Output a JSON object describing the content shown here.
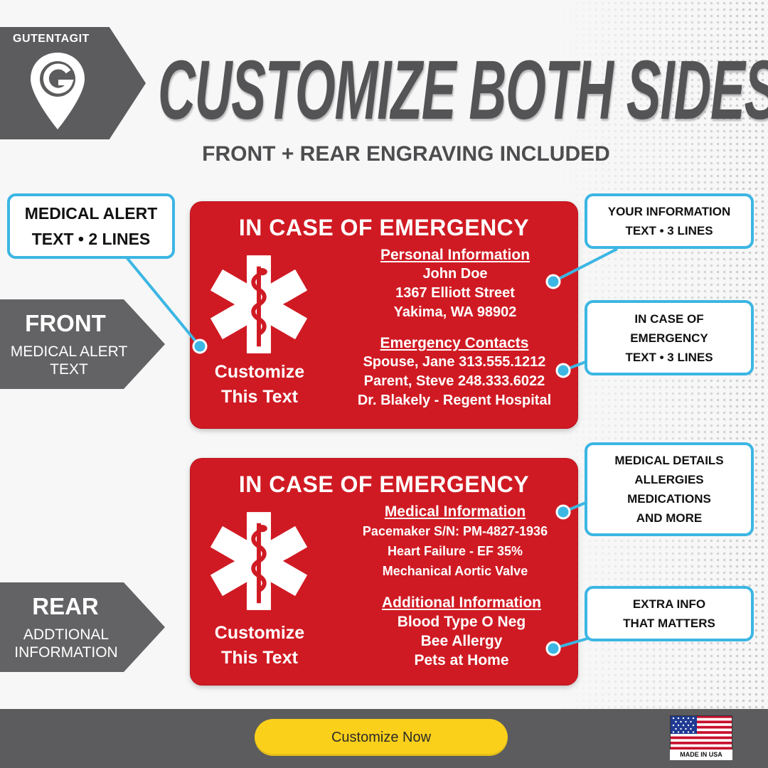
{
  "brand": {
    "name": "GUTENTAGIT",
    "logo_icon": "map-pin-g-logo-icon"
  },
  "header": {
    "headline": "CUSTOMIZE BOTH SIDES",
    "subheadline": "FRONT + REAR ENGRAVING INCLUDED"
  },
  "front": {
    "banner_title": "FRONT",
    "banner_subtitle": [
      "MEDICAL ALERT",
      "TEXT"
    ],
    "tag": {
      "title": "IN CASE OF EMERGENCY",
      "icon": "star-of-life-icon",
      "custom_lines": [
        "Customize",
        "This Text"
      ],
      "section1": {
        "heading": "Personal Information",
        "lines": [
          "John Doe",
          "1367 Elliott Street",
          "Yakima, WA 98902"
        ]
      },
      "section2": {
        "heading": "Emergency Contacts",
        "lines": [
          "Spouse, Jane 313.555.1212",
          "Parent, Steve 248.333.6022",
          "Dr. Blakely - Regent Hospital"
        ]
      }
    }
  },
  "rear": {
    "banner_title": "REAR",
    "banner_subtitle": [
      "ADDTIONAL",
      "INFORMATION"
    ],
    "tag": {
      "title": "IN CASE OF EMERGENCY",
      "icon": "star-of-life-icon",
      "custom_lines": [
        "Customize",
        "This Text"
      ],
      "section1": {
        "heading": "Medical Information",
        "lines": [
          "Pacemaker S/N: PM-4827-1936",
          "Heart Failure - EF 35%",
          "Mechanical Aortic Valve"
        ]
      },
      "section2": {
        "heading": "Additional Information",
        "lines": [
          "Blood Type O Neg",
          "Bee Allergy",
          "Pets at Home"
        ]
      }
    }
  },
  "callouts": {
    "medical_alert": [
      "MEDICAL ALERT",
      "TEXT • 2 LINES"
    ],
    "your_information": [
      "YOUR INFORMATION",
      "TEXT • 3 LINES"
    ],
    "emergency_text": [
      "IN CASE OF",
      "EMERGENCY",
      "TEXT • 3 LINES"
    ],
    "medical_details": [
      "MEDICAL DETAILS",
      "ALLERGIES",
      "MEDICATIONS",
      "AND MORE"
    ],
    "extra_info": [
      "EXTRA INFO",
      "THAT MATTERS"
    ]
  },
  "footer": {
    "cta_label": "Customize Now",
    "badge_label": "MADE IN USA",
    "badge_icon": "us-flag-icon"
  },
  "colors": {
    "tag_red": "#d01a23",
    "banner_gray": "#5c5c5e",
    "callout_blue": "#3cb6e3",
    "cta_yellow": "#fbd01a"
  }
}
